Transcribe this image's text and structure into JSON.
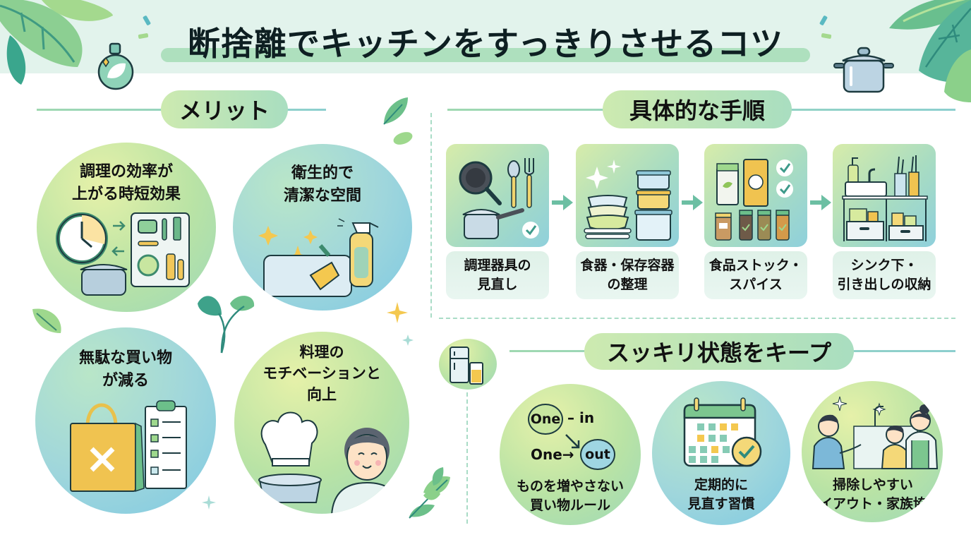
{
  "title": "断捨離でキッチンをすっきりさせるコツ",
  "merits": {
    "heading": "メリット",
    "items": [
      {
        "label": "調理の効率が\n上がる時短効果",
        "icon": "clock-utensils-icon"
      },
      {
        "label": "衛生的で\n清潔な空間",
        "icon": "spray-cleaning-icon"
      },
      {
        "label": "無駄な買い物\nが減る",
        "icon": "shopping-bag-checklist-icon"
      },
      {
        "label": "料理の\nモチベーションと\n向上",
        "icon": "chef-hat-person-icon"
      }
    ]
  },
  "steps": {
    "heading": "具体的な手順",
    "items": [
      {
        "label": "調理器具の\n見直し",
        "icon": "cookware-icon"
      },
      {
        "label": "食器・保存容器\nの整理",
        "icon": "dishes-containers-icon"
      },
      {
        "label": "食品ストック・\nスパイス",
        "icon": "food-stock-spices-icon"
      },
      {
        "label": "シンク下・\n引き出しの収納",
        "icon": "sink-storage-icon"
      }
    ]
  },
  "keep": {
    "heading": "スッキリ状態をキープ",
    "one_in": {
      "one_a": "One",
      "dash_in": "– in",
      "one_b": "One→",
      "out": "out"
    },
    "items": [
      {
        "label": "ものを増やさない\n買い物ルール",
        "icon": "one-in-one-out-icon"
      },
      {
        "label": "定期的に\n見直す習慣",
        "icon": "calendar-check-icon"
      },
      {
        "label": "掃除しやすい\nレイアウト・家族協力",
        "icon": "family-kitchen-icon"
      }
    ]
  },
  "colors": {
    "header_band": "#e2f3ec",
    "accent_green": "#5cbf8a",
    "accent_teal": "#4aa9a3",
    "accent_yellow": "#f2c94c",
    "text_dark": "#111111"
  }
}
